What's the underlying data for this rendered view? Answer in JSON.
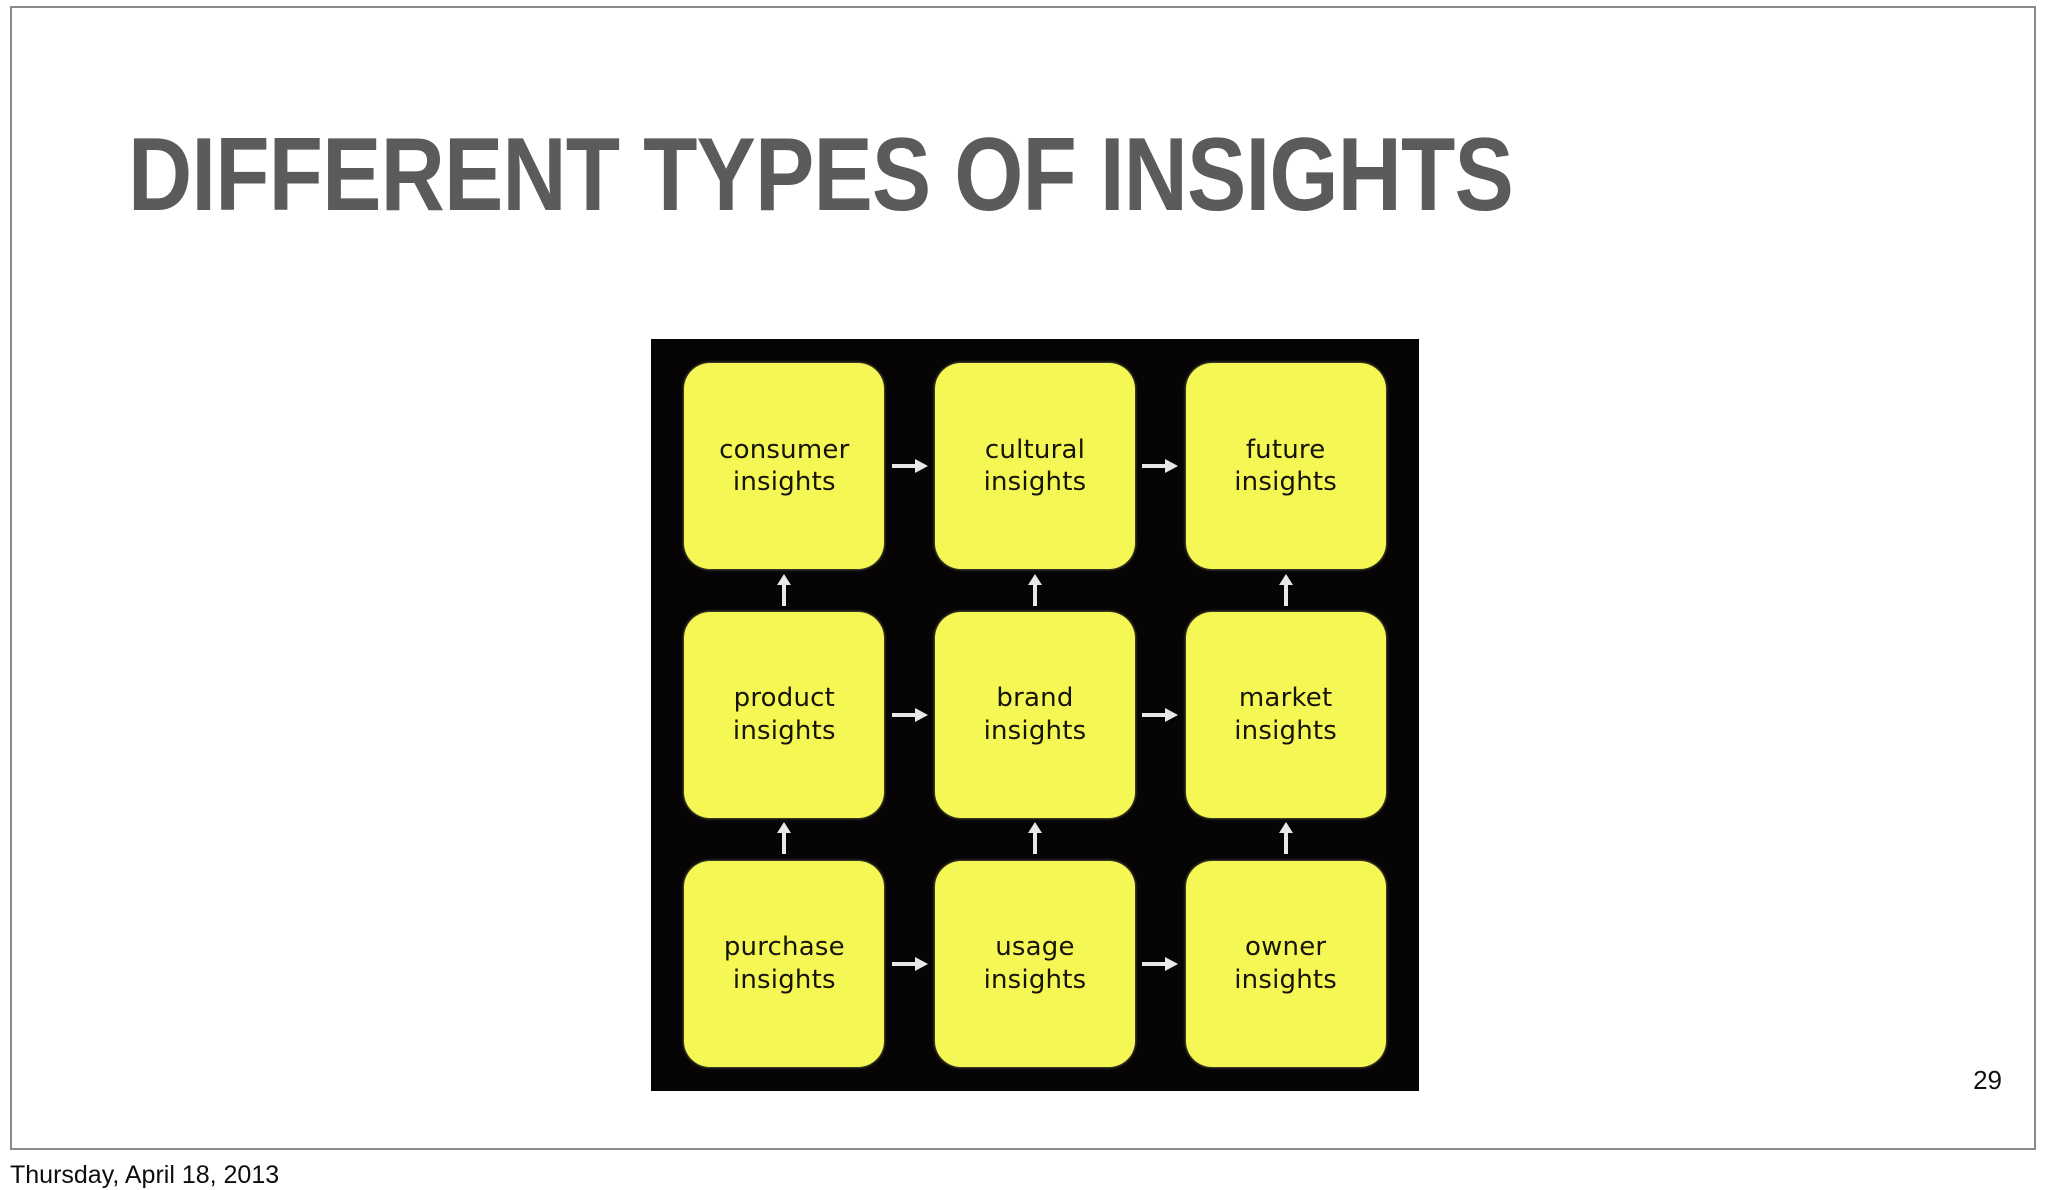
{
  "slide": {
    "title": "DIFFERENT TYPES OF INSIGHTS",
    "page_number": "29",
    "title_color": "#5b5b5b"
  },
  "footer": {
    "date": "Thursday, April 18, 2013"
  },
  "diagram": {
    "panel_background": "#060404",
    "node_fill": "#f4f754",
    "node_text_color": "#171509",
    "arrow_color": "#e8e8e8",
    "rows": 3,
    "columns": 3,
    "nodes": [
      {
        "id": "consumer-insights",
        "kind": "consumer",
        "word": "insights",
        "row": 1,
        "col": 1
      },
      {
        "id": "cultural-insights",
        "kind": "cultural",
        "word": "insights",
        "row": 1,
        "col": 2
      },
      {
        "id": "future-insights",
        "kind": "future",
        "word": "insights",
        "row": 1,
        "col": 3
      },
      {
        "id": "product-insights",
        "kind": "product",
        "word": "insights",
        "row": 2,
        "col": 1
      },
      {
        "id": "brand-insights",
        "kind": "brand",
        "word": "insights",
        "row": 2,
        "col": 2
      },
      {
        "id": "market-insights",
        "kind": "market",
        "word": "insights",
        "row": 2,
        "col": 3
      },
      {
        "id": "purchase-insights",
        "kind": "purchase",
        "word": "insights",
        "row": 3,
        "col": 1
      },
      {
        "id": "usage-insights",
        "kind": "usage",
        "word": "insights",
        "row": 3,
        "col": 2
      },
      {
        "id": "owner-insights",
        "kind": "owner",
        "word": "insights",
        "row": 3,
        "col": 3
      }
    ],
    "edges": [
      {
        "from": "consumer-insights",
        "to": "cultural-insights",
        "direction": "right"
      },
      {
        "from": "cultural-insights",
        "to": "future-insights",
        "direction": "right"
      },
      {
        "from": "product-insights",
        "to": "brand-insights",
        "direction": "right"
      },
      {
        "from": "brand-insights",
        "to": "market-insights",
        "direction": "right"
      },
      {
        "from": "purchase-insights",
        "to": "usage-insights",
        "direction": "right"
      },
      {
        "from": "usage-insights",
        "to": "owner-insights",
        "direction": "right"
      },
      {
        "from": "product-insights",
        "to": "consumer-insights",
        "direction": "up"
      },
      {
        "from": "brand-insights",
        "to": "cultural-insights",
        "direction": "up"
      },
      {
        "from": "market-insights",
        "to": "future-insights",
        "direction": "up"
      },
      {
        "from": "purchase-insights",
        "to": "product-insights",
        "direction": "up"
      },
      {
        "from": "usage-insights",
        "to": "brand-insights",
        "direction": "up"
      },
      {
        "from": "owner-insights",
        "to": "market-insights",
        "direction": "up"
      }
    ]
  }
}
